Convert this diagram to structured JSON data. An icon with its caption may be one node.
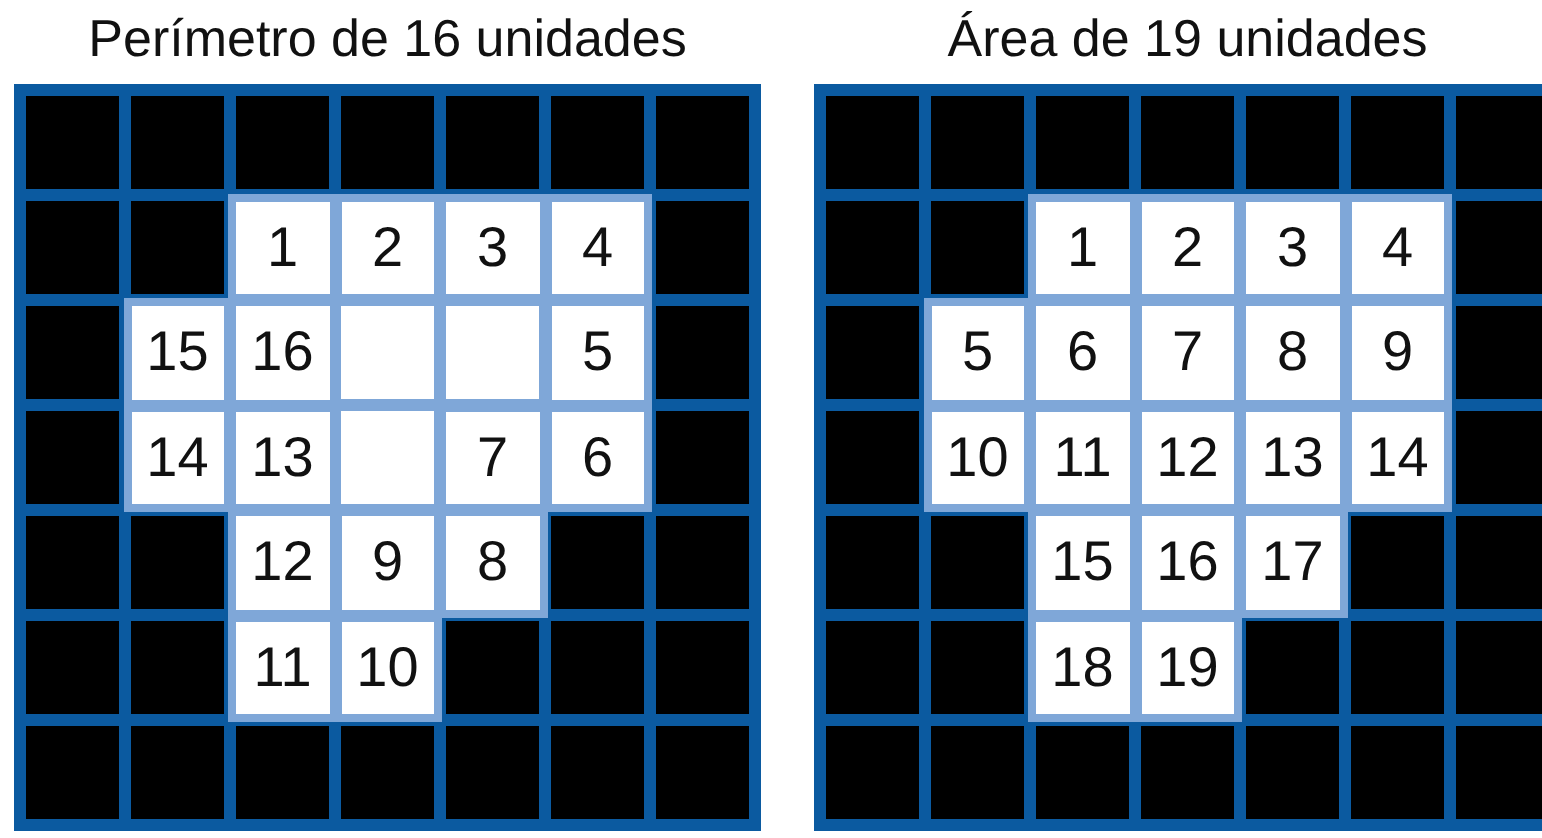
{
  "diagram": {
    "labels": [
      "Perímetro de 16 unidades",
      "1",
      "2",
      "3",
      "4",
      "15",
      "16",
      "5",
      "14",
      "13",
      "7",
      "6",
      "12",
      "9",
      "8",
      "11",
      "10",
      "Área de 19 unidades",
      "1",
      "2",
      "3",
      "4",
      "5",
      "6",
      "7",
      "8",
      "9",
      "10",
      "11",
      "12",
      "13",
      "14",
      "15",
      "16",
      "17",
      "18",
      "19"
    ]
  }
}
